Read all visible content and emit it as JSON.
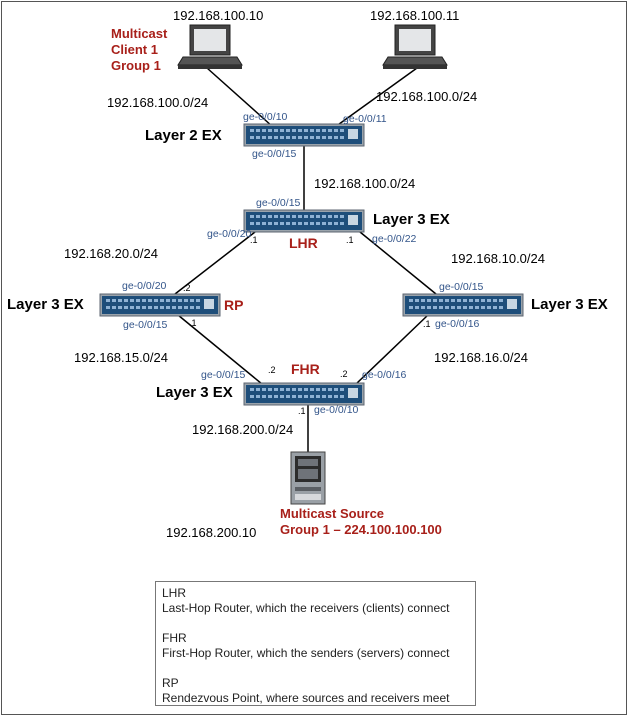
{
  "hosts": {
    "client1": {
      "ip": "192.168.100.10",
      "label_lines": [
        "Multicast",
        "Client 1",
        "Group 1"
      ]
    },
    "client2": {
      "ip": "192.168.100.11"
    },
    "source": {
      "ip": "192.168.200.10",
      "label_lines": [
        "Multicast Source",
        "Group 1 – 224.100.100.100"
      ]
    }
  },
  "switches": {
    "l2": {
      "name": "Layer 2 EX",
      "ports": {
        "left": "ge-0/0/10",
        "right": "ge-0/0/11",
        "bottom": "ge-0/0/15"
      }
    },
    "lhr": {
      "name": "Layer 3 EX",
      "role": "LHR",
      "ports": {
        "top": "ge-0/0/15",
        "left": "ge-0/0/20",
        "right": "ge-0/0/22"
      },
      "dots": {
        "left": ".1",
        "right": ".1"
      }
    },
    "rp": {
      "name": "Layer 3 EX",
      "role": "RP",
      "ports": {
        "top": "ge-0/0/20",
        "bottom": "ge-0/0/15"
      },
      "dots": {
        "top": ".2",
        "bottom": ".1"
      }
    },
    "right": {
      "name": "Layer 3 EX",
      "ports": {
        "top": "ge-0/0/15",
        "bottom": "ge-0/0/16"
      },
      "dots": {
        "bottom": ".1"
      }
    },
    "fhr": {
      "name": "Layer 3 EX",
      "role": "FHR",
      "ports": {
        "left": "ge-0/0/15",
        "right": "ge-0/0/16",
        "bottom": "ge-0/0/10"
      },
      "dots": {
        "left": ".2",
        "right": ".2",
        "bottom": ".1"
      }
    }
  },
  "subnets": {
    "client1": "192.168.100.0/24",
    "client2": "192.168.100.0/24",
    "l2_lhr": "192.168.100.0/24",
    "lhr_rp": "192.168.20.0/24",
    "lhr_right": "192.168.10.0/24",
    "rp_fhr": "192.168.15.0/24",
    "right_fhr": "192.168.16.0/24",
    "fhr_source": "192.168.200.0/24"
  },
  "legend": [
    {
      "term": "LHR",
      "def": "Last-Hop Router, which the receivers (clients) connect"
    },
    {
      "term": "FHR",
      "def": "First-Hop Router, which the senders (servers) connect"
    },
    {
      "term": "RP",
      "def": "Rendezvous Point, where sources and receivers meet"
    }
  ],
  "colors": {
    "switch_body": "#1e4e7a",
    "switch_frame": "#9aa3ab",
    "role_red": "#a8201a",
    "port_text": "#33558a"
  }
}
